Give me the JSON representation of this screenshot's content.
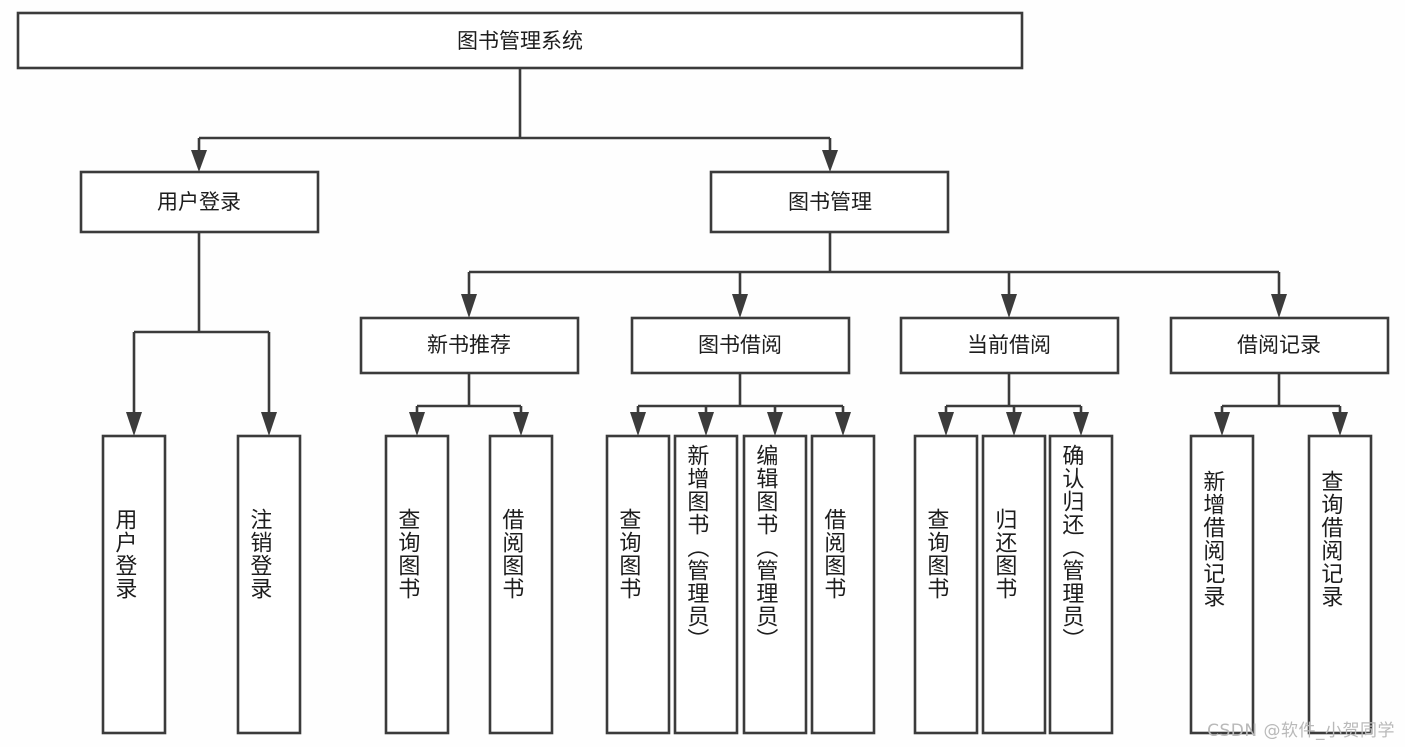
{
  "diagram": {
    "title": "图书管理系统",
    "type": "hierarchy-tree",
    "orientation": "top-down",
    "colors": {
      "box_stroke": "#3b3b3b",
      "box_fill": "#ffffff",
      "connector": "#3b3b3b",
      "text": "#1d1d1d",
      "watermark": "#b9b9b9",
      "background": "#fefefe"
    }
  },
  "root": {
    "label": "图书管理系统"
  },
  "level2": [
    {
      "label": "用户登录"
    },
    {
      "label": "图书管理"
    }
  ],
  "level3": [
    {
      "label": "新书推荐"
    },
    {
      "label": "图书借阅"
    },
    {
      "label": "当前借阅"
    },
    {
      "label": "借阅记录"
    }
  ],
  "leaves": {
    "user_login": [
      {
        "label": "用户登录"
      },
      {
        "label": "注销登录"
      }
    ],
    "new_book": [
      {
        "label": "查询图书"
      },
      {
        "label": "借阅图书"
      }
    ],
    "book_borrow": [
      {
        "label": "查询图书"
      },
      {
        "label": "新增图书（管理员）"
      },
      {
        "label": "编辑图书（管理员）"
      },
      {
        "label": "借阅图书"
      }
    ],
    "current_borrow": [
      {
        "label": "查询图书"
      },
      {
        "label": "归还图书"
      },
      {
        "label": "确认归还（管理员）"
      }
    ],
    "borrow_record": [
      {
        "label": "新增借阅记录"
      },
      {
        "label": "查询借阅记录"
      }
    ]
  },
  "watermark": {
    "text": "CSDN @软件_小贺同学"
  }
}
